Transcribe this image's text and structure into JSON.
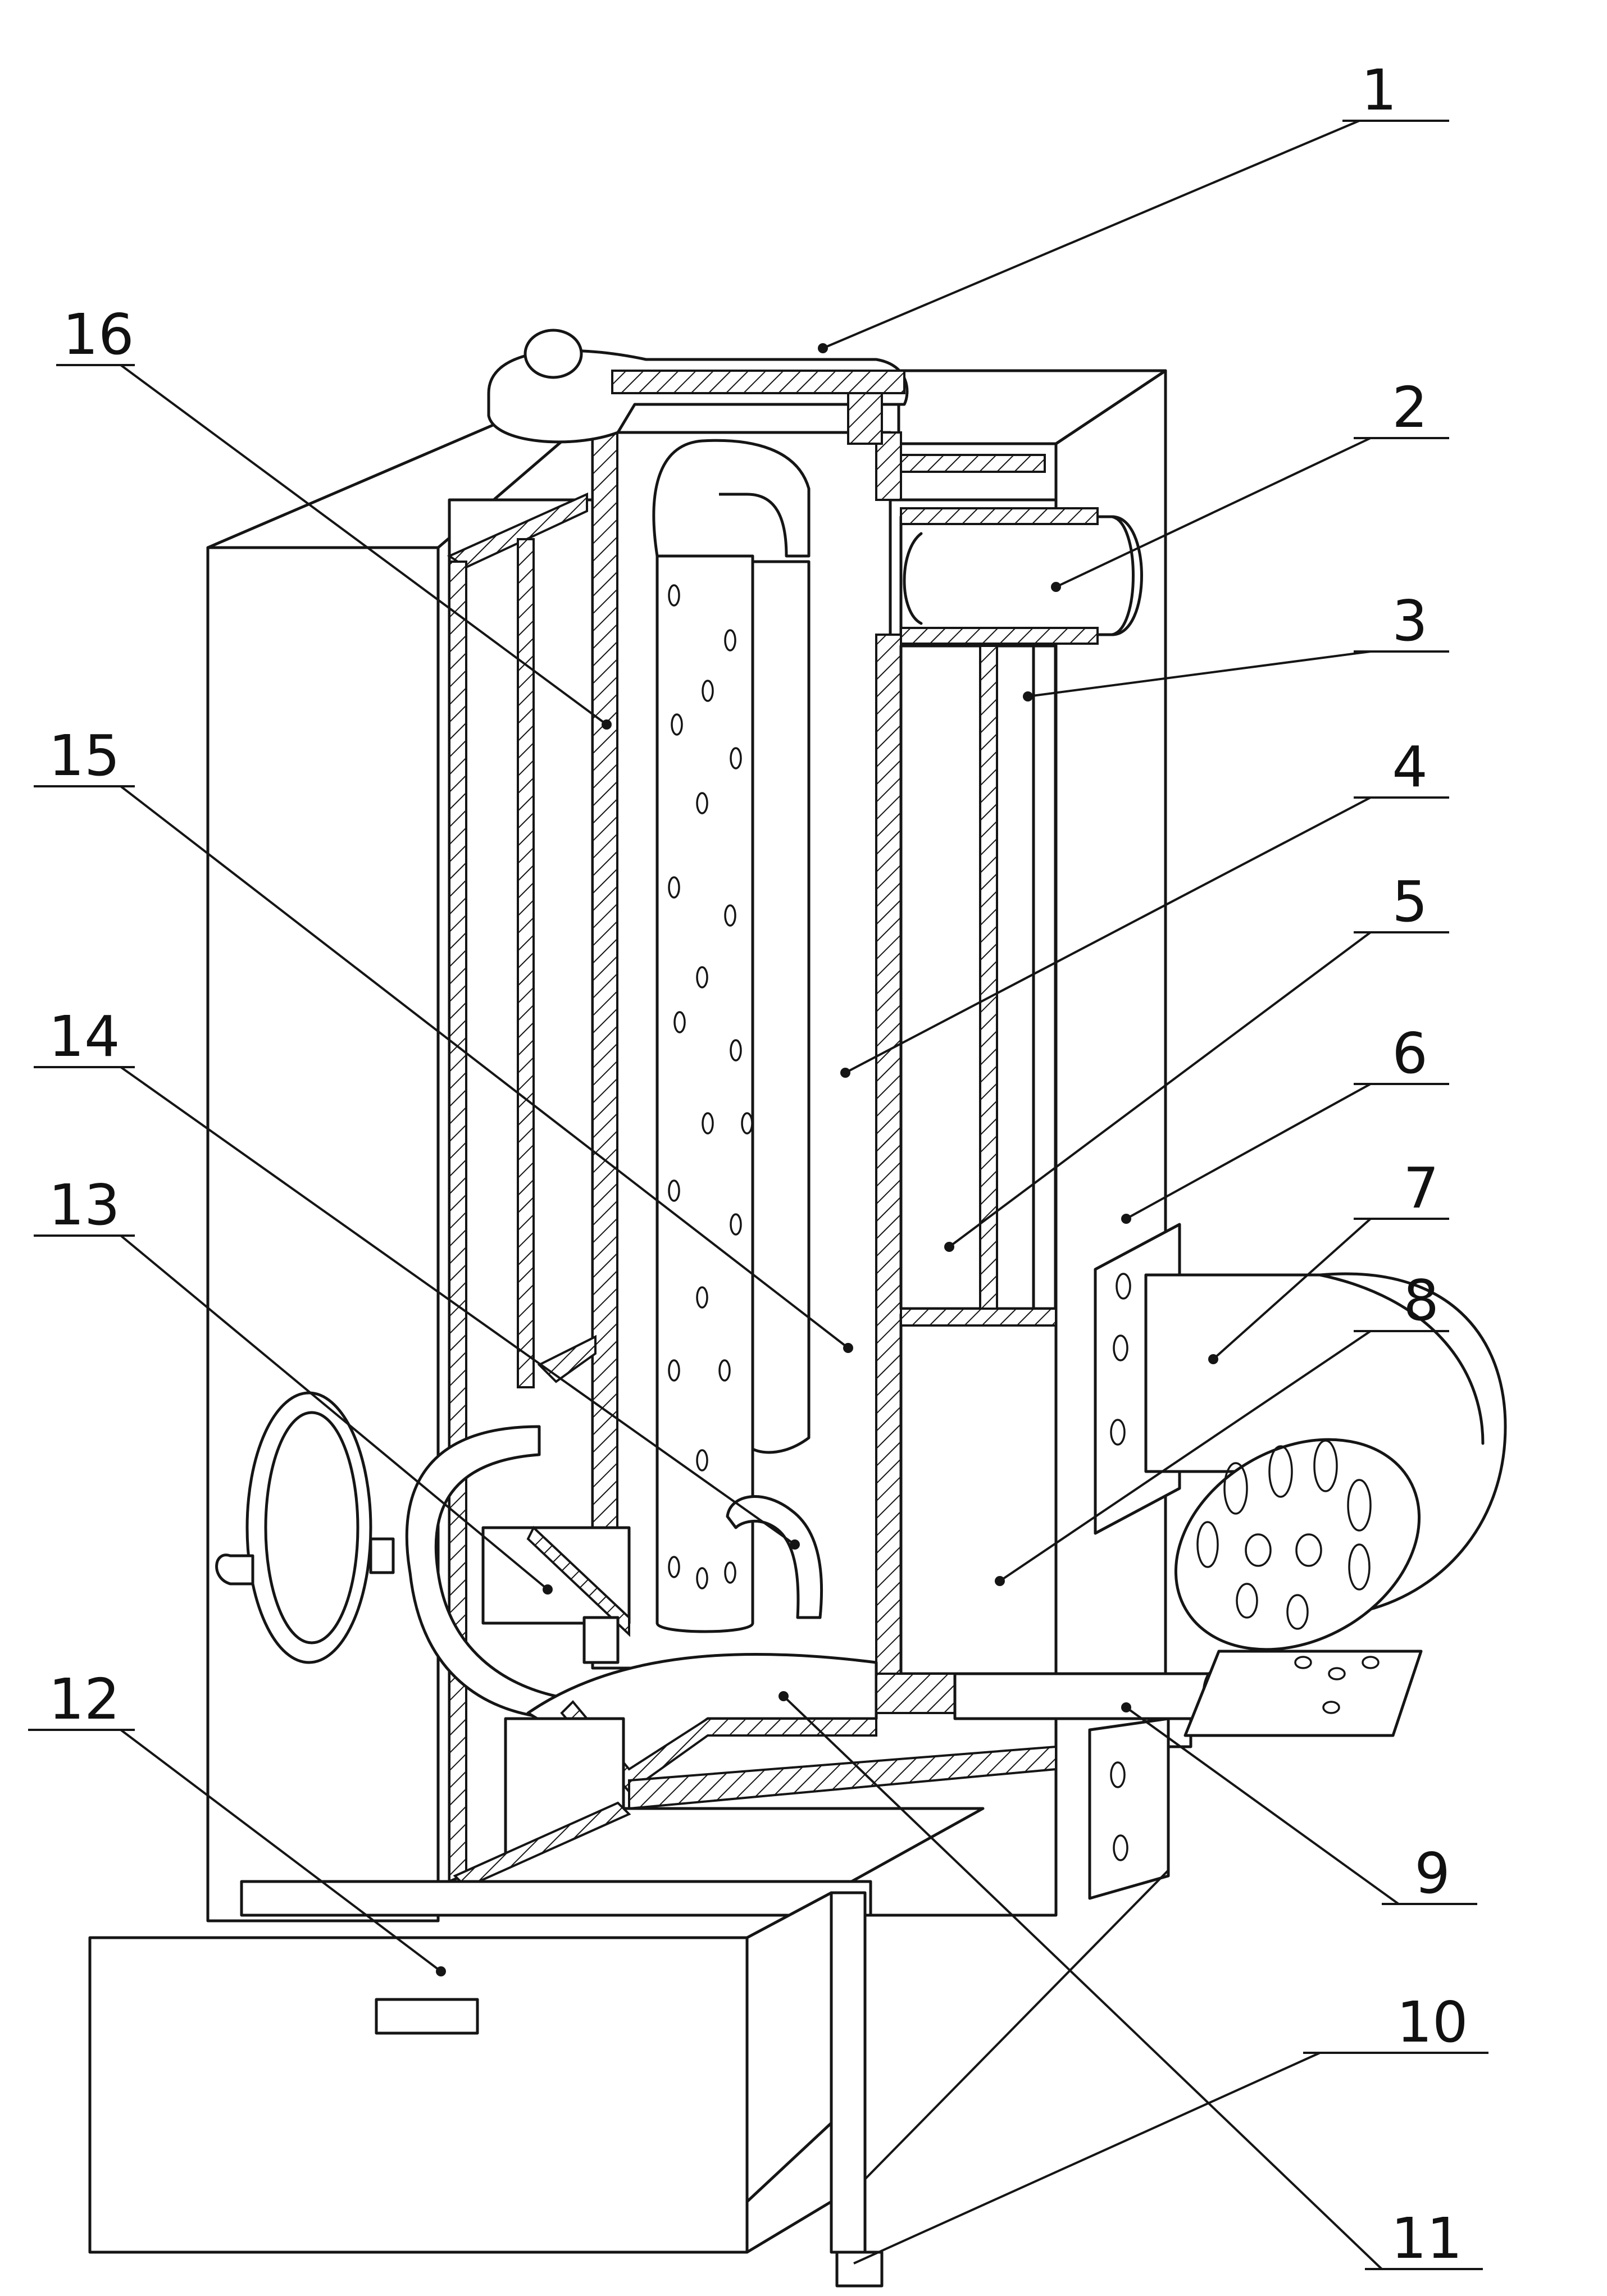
{
  "figure": {
    "callouts": [
      {
        "label": "1"
      },
      {
        "label": "2"
      },
      {
        "label": "3"
      },
      {
        "label": "4"
      },
      {
        "label": "5"
      },
      {
        "label": "6"
      },
      {
        "label": "7"
      },
      {
        "label": "8"
      },
      {
        "label": "9"
      },
      {
        "label": "10"
      },
      {
        "label": "11"
      },
      {
        "label": "12"
      },
      {
        "label": "13"
      },
      {
        "label": "14"
      },
      {
        "label": "15"
      },
      {
        "label": "16"
      }
    ]
  }
}
